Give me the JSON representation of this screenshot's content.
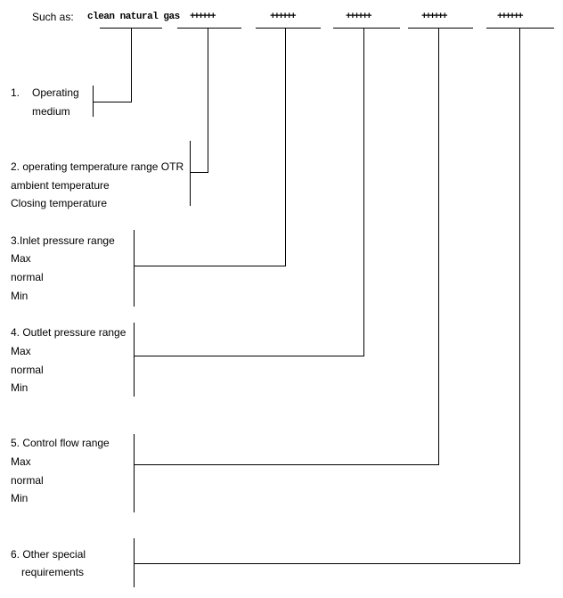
{
  "header": {
    "such_as": "Such as:",
    "example_value": "clean natural gas",
    "placeholders": [
      "++++++",
      "++++++",
      "++++++",
      "++++++",
      "++++++"
    ]
  },
  "items": [
    {
      "lines": [
        "1.",
        "Operating",
        "medium"
      ]
    },
    {
      "lines": [
        "2. operating temperature range OTR",
        "ambient temperature",
        "Closing temperature"
      ]
    },
    {
      "lines": [
        "3.Inlet pressure range",
        "Max",
        "normal",
        "Min"
      ]
    },
    {
      "lines": [
        "4. Outlet pressure range",
        "Max",
        "normal",
        "Min"
      ]
    },
    {
      "lines": [
        "5. Control flow range",
        "Max",
        "normal",
        "Min"
      ]
    },
    {
      "lines": [
        "6. Other special",
        "requirements"
      ]
    }
  ]
}
